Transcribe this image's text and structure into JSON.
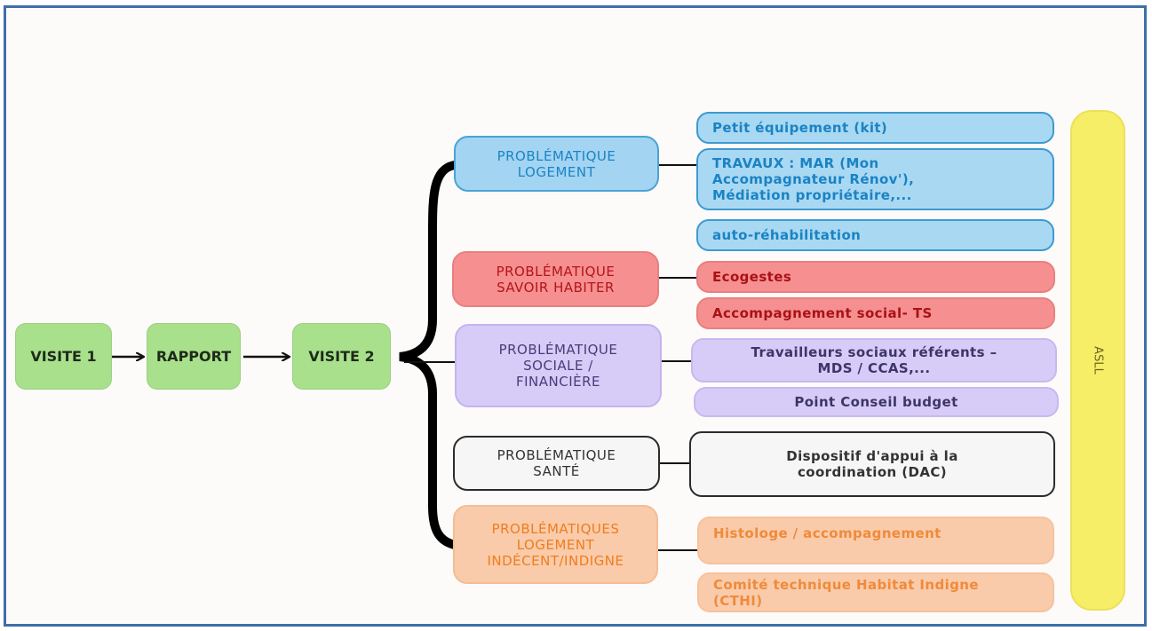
{
  "steps": {
    "visite1": "VISITE 1",
    "rapport": "RAPPORT",
    "visite2": "VISITE 2"
  },
  "categories": {
    "logement": "PROBLÉMATIQUE\nLOGEMENT",
    "savoir": "PROBLÉMATIQUE\nSAVOIR HABITER",
    "sociale": "PROBLÉMATIQUE\nSOCIALE /\nFINANCIÈRE",
    "sante": "PROBLÉMATIQUE\nSANTÉ",
    "indecent": "PROBLÉMATIQUES\nLOGEMENT\nINDÉCENT/INDIGNE"
  },
  "solutions": {
    "kit": "Petit équipement (kit)",
    "travaux": "TRAVAUX : MAR (Mon\nAccompagnateur Rénov'),\nMédiation propriétaire,...",
    "auto": "auto-réhabilitation",
    "ecogestes": "Ecogestes",
    "accomp_social": "Accompagnement social- TS",
    "travailleurs": "Travailleurs sociaux référents –\nMDS / CCAS,...",
    "budget": "Point Conseil budget",
    "dac": "Dispositif d'appui à la\ncoordination (DAC)",
    "histologe": "Histologe / accompagnement",
    "cthi": "Comité technique Habitat Indigne\n(CTHI)"
  },
  "side_bar": "ASLL",
  "colors": {
    "step": "#a8e08c",
    "blue": "#a3d4f2",
    "red": "#f68f90",
    "purple": "#d7ccf7",
    "white": "#f6f6f6",
    "orange": "#f9cbaa",
    "asll": "#f6ee67",
    "frame": "#3d6fa8"
  }
}
